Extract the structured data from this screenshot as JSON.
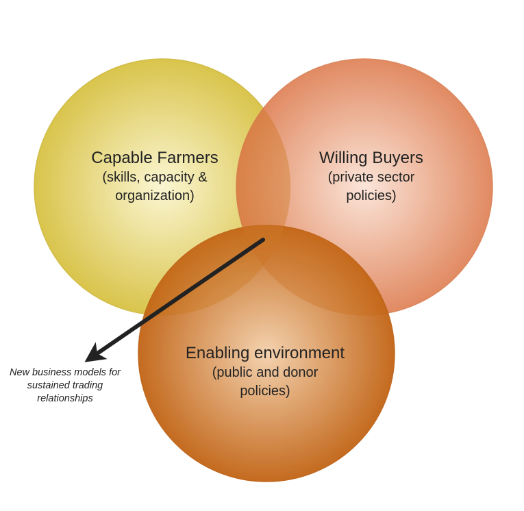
{
  "circles": [
    {
      "id": "farmers",
      "title": "Capable Farmers",
      "subtitle": "(skills, capacity &\norganization)",
      "color_center": "#fbf6d2",
      "color_edge": "#d9c44c",
      "stroke": "#d2bd4a"
    },
    {
      "id": "buyers",
      "title": "Willing Buyers",
      "subtitle": "(private sector\npolicies)",
      "color_center": "#fbe3d6",
      "color_edge": "#df8257",
      "stroke": "#d98055"
    },
    {
      "id": "environment",
      "title": "Enabling environment",
      "subtitle": "(public and donor\npolicies)",
      "color_center": "#f3cfa9",
      "color_edge": "#c0600f",
      "stroke": "#bd5e12"
    }
  ],
  "overlap_color": "#cd7628",
  "arrow": {
    "color": "#222222"
  },
  "callout": {
    "text": "New business models for\nsustained trading\nrelationships"
  }
}
